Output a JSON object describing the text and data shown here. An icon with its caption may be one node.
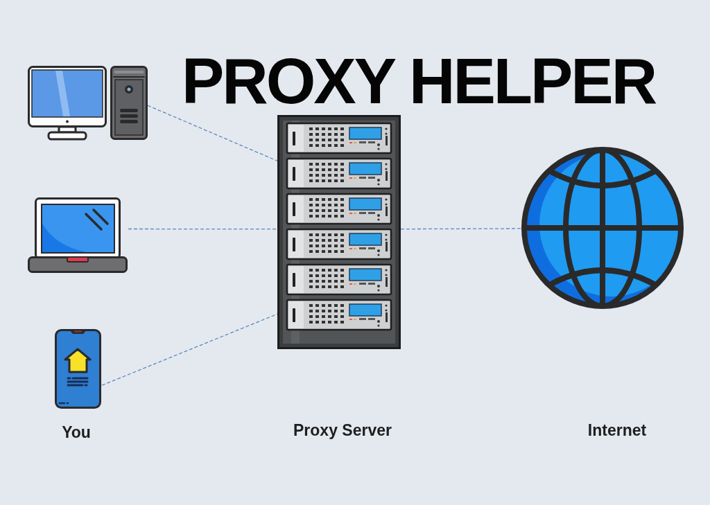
{
  "diagram": {
    "title": "PROXY HELPER",
    "nodes": [
      {
        "text": [],
        "shape": "picture"
      },
      {
        "text": [],
        "shape": "picture"
      },
      {
        "text": [],
        "shape": "picture"
      },
      {
        "text": [],
        "shape": "picture"
      },
      {
        "text": [],
        "shape": "picture"
      }
    ],
    "edges": [
      {
        "from": 0,
        "to": 3,
        "arrow": "none",
        "style": "dashed"
      },
      {
        "from": 1,
        "to": 3,
        "arrow": "none",
        "style": "dashed"
      },
      {
        "from": 2,
        "to": 3,
        "arrow": "none",
        "style": "dashed"
      },
      {
        "from": 3,
        "to": 4,
        "arrow": "none",
        "style": "dashed"
      }
    ],
    "labels": [
      "You",
      "Proxy Server",
      "Internet"
    ]
  }
}
